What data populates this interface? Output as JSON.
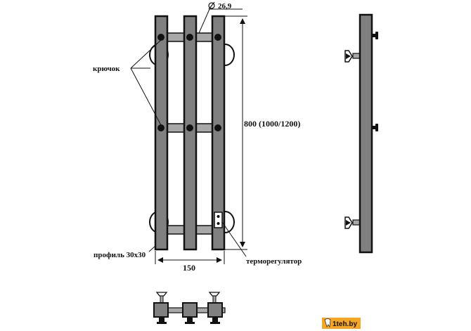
{
  "labels": {
    "diameter": "26,9",
    "hook": "крючок",
    "height": "800 (1000/1200)",
    "profile": "профиль 30x30",
    "width": "150",
    "thermostat": "терморегулятор"
  },
  "watermark": {
    "text": "1teh.by",
    "icon": "tooth-icon",
    "bg_color": "#f5a623"
  },
  "colors": {
    "bar_fill": "#808080",
    "outline": "#111111"
  }
}
